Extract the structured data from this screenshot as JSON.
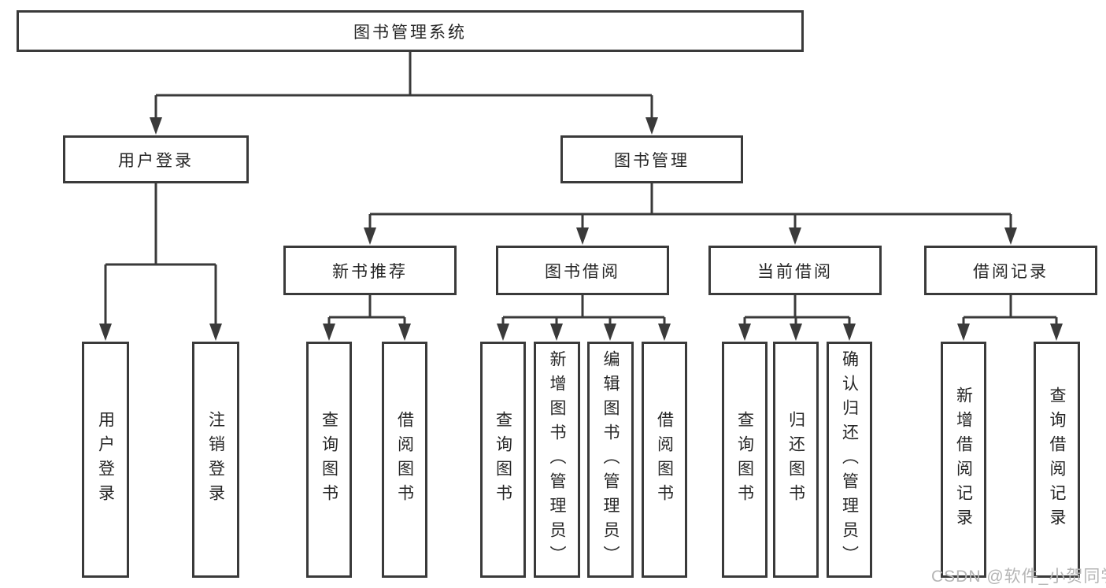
{
  "page": {
    "background": "#ffffff"
  },
  "diagram": {
    "type": "tree",
    "root": {
      "label": "图书管理系统",
      "children": [
        {
          "label": "用户登录",
          "children": [
            {
              "label": "用户登录"
            },
            {
              "label": "注销登录"
            }
          ]
        },
        {
          "label": "图书管理",
          "children": [
            {
              "label": "新书推荐",
              "children": [
                {
                  "label": "查询图书"
                },
                {
                  "label": "借阅图书"
                }
              ]
            },
            {
              "label": "图书借阅",
              "children": [
                {
                  "label": "查询图书"
                },
                {
                  "label": "新增图书（管理员）"
                },
                {
                  "label": "编辑图书（管理员）"
                },
                {
                  "label": "借阅图书"
                }
              ]
            },
            {
              "label": "当前借阅",
              "children": [
                {
                  "label": "查询图书"
                },
                {
                  "label": "归还图书"
                },
                {
                  "label": "确认归还（管理员）"
                }
              ]
            },
            {
              "label": "借阅记录",
              "children": [
                {
                  "label": "新增借阅记录"
                },
                {
                  "label": "查询借阅记录"
                }
              ]
            }
          ]
        }
      ]
    },
    "colors": {
      "line": "#3a3a3a",
      "box_border": "#3a3a3a",
      "box_background": "#ffffff",
      "text": "#262626"
    }
  },
  "watermark": {
    "text": "CSDN @软件_小贺同学",
    "color": "#b5b5b5"
  }
}
